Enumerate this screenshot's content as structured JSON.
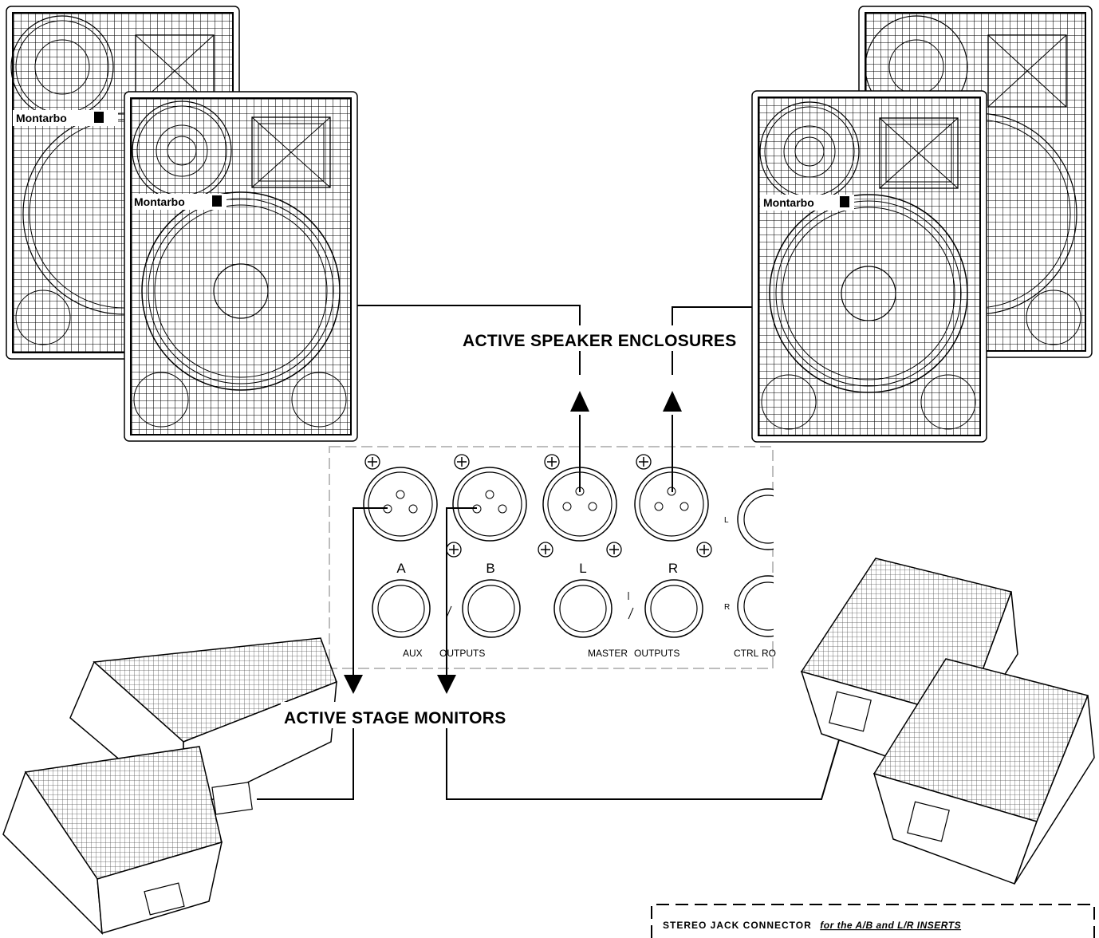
{
  "labels": {
    "speakers": "ACTIVE SPEAKER ENCLOSURES",
    "monitors": "ACTIVE STAGE MONITORS"
  },
  "brand": "Montarbo",
  "panel": {
    "connectors": [
      "A",
      "B",
      "L",
      "R"
    ],
    "aux": "AUX",
    "outputs_1": "OUTPUTS",
    "master": "MASTER",
    "outputs_2": "OUTPUTS",
    "ctrl": "CTRL",
    "ctrl_cut": "RO",
    "side_l": "L",
    "side_r": "R"
  },
  "note": {
    "bold": "STEREO JACK CONNECTOR",
    "italic": "for the A/B and L/R INSERTS"
  },
  "colors": {
    "line": "#000000",
    "panel_border": "#bdbdbd"
  }
}
